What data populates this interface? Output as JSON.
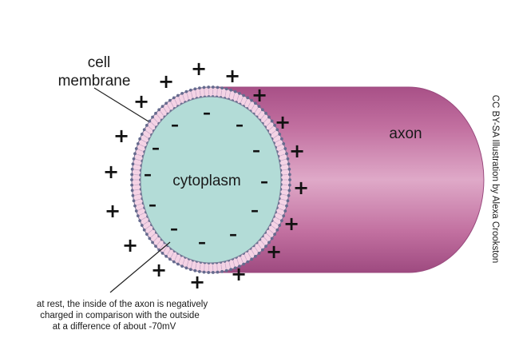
{
  "labels": {
    "cell_membrane_line1": "cell",
    "cell_membrane_line2": "membrane",
    "axon": "axon",
    "cytoplasm": "cytoplasm",
    "note_line1": "at rest, the inside of the axon is negatively",
    "note_line2": "charged in comparison with the outside",
    "note_line3": "at a difference of about -70mV",
    "credit": "CC BY-SA Illustration by Alexa Crookston"
  },
  "symbols": {
    "positive": "+",
    "negative": "–"
  },
  "colors": {
    "axon_body": "#c877a6",
    "axon_highlight": "#dfa9c8",
    "axon_shadow": "#a85087",
    "cytoplasm": "#b3dcd7",
    "membrane_head": "#666b8f",
    "membrane_tail": "#f4d3e5"
  }
}
